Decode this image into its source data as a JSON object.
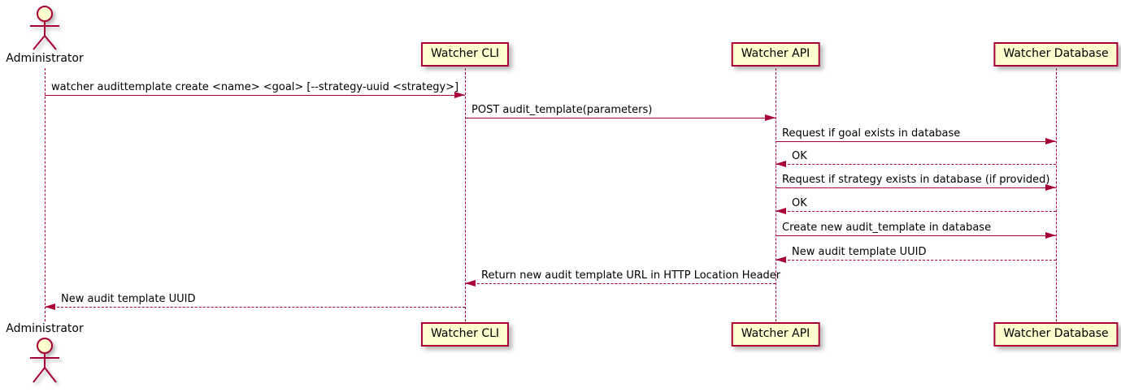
{
  "diagram": {
    "type": "sequence-diagram",
    "colors": {
      "line": "#A80036",
      "participant_fill": "#FEFECE",
      "text": "#000000"
    },
    "participants": {
      "administrator": {
        "label": "Administrator",
        "kind": "actor"
      },
      "watcher_cli": {
        "label": "Watcher CLI",
        "kind": "participant"
      },
      "watcher_api": {
        "label": "Watcher API",
        "kind": "participant"
      },
      "watcher_db": {
        "label": "Watcher Database",
        "kind": "participant"
      }
    },
    "messages": [
      {
        "from": "administrator",
        "to": "watcher_cli",
        "style": "solid",
        "label": "watcher audittemplate create <name> <goal> [--strategy-uuid <strategy>]"
      },
      {
        "from": "watcher_cli",
        "to": "watcher_api",
        "style": "solid",
        "label": "POST audit_template(parameters)"
      },
      {
        "from": "watcher_api",
        "to": "watcher_db",
        "style": "solid",
        "label": "Request if goal exists in database"
      },
      {
        "from": "watcher_db",
        "to": "watcher_api",
        "style": "dashed",
        "label": "OK"
      },
      {
        "from": "watcher_api",
        "to": "watcher_db",
        "style": "solid",
        "label": "Request if strategy exists in database (if provided)"
      },
      {
        "from": "watcher_db",
        "to": "watcher_api",
        "style": "dashed",
        "label": "OK"
      },
      {
        "from": "watcher_api",
        "to": "watcher_db",
        "style": "solid",
        "label": "Create new audit_template in database"
      },
      {
        "from": "watcher_db",
        "to": "watcher_api",
        "style": "dashed",
        "label": "New audit template UUID"
      },
      {
        "from": "watcher_api",
        "to": "watcher_cli",
        "style": "dashed",
        "label": "Return new audit template URL in HTTP Location Header"
      },
      {
        "from": "watcher_cli",
        "to": "administrator",
        "style": "dashed",
        "label": "New audit template UUID"
      }
    ]
  }
}
